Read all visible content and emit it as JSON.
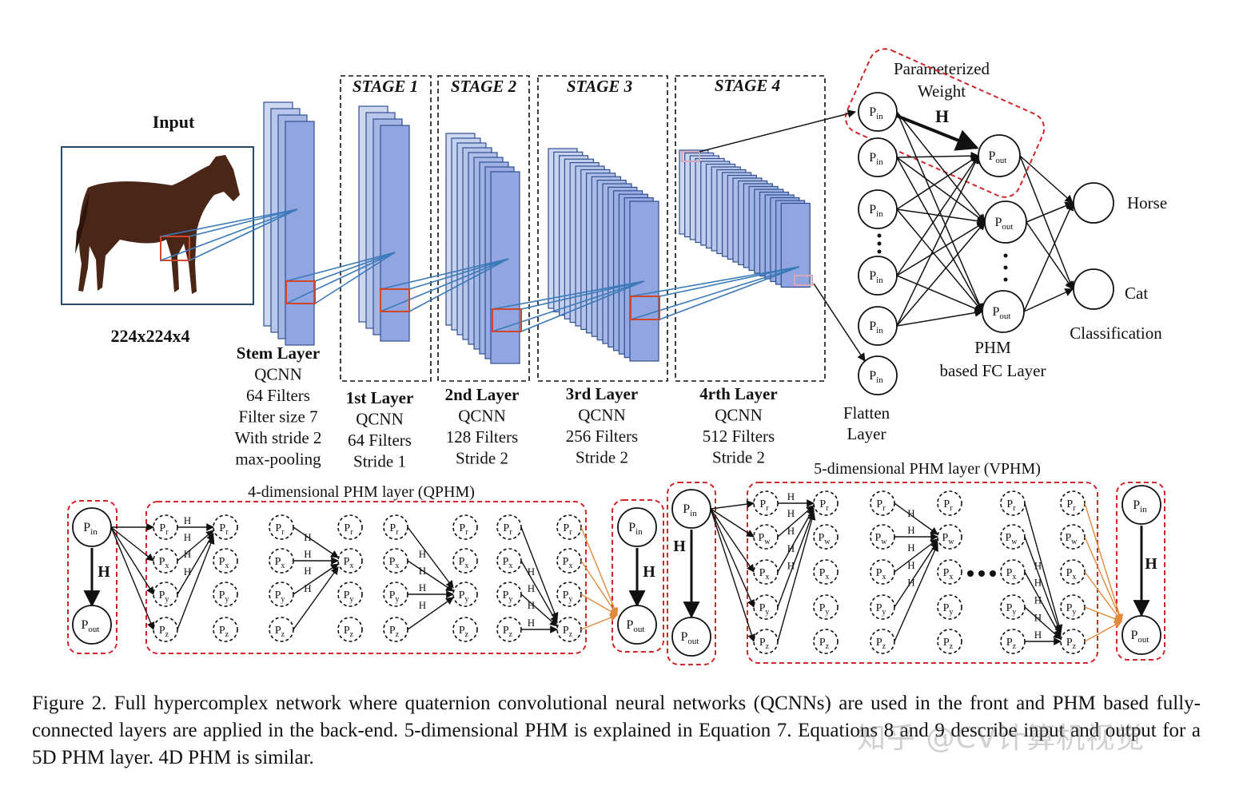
{
  "input": {
    "title": "Input",
    "size": "224x224x4"
  },
  "stages": [
    "STAGE 1",
    "STAGE 2",
    "STAGE 3",
    "STAGE 4"
  ],
  "layers": [
    {
      "name": "Stem Layer",
      "lines": [
        "QCNN",
        "64 Filters",
        "Filter size 7",
        "With stride 2",
        "max-pooling"
      ]
    },
    {
      "name": "1st Layer",
      "lines": [
        "QCNN",
        "64 Filters",
        "Stride 1"
      ]
    },
    {
      "name": "2nd Layer",
      "lines": [
        "QCNN",
        "128 Filters",
        "Stride 2"
      ]
    },
    {
      "name": "3rd Layer",
      "lines": [
        "QCNN",
        "256 Filters",
        "Stride 2"
      ]
    },
    {
      "name": "4rth Layer",
      "lines": [
        "QCNN",
        "512 Filters",
        "Stride 2"
      ]
    }
  ],
  "fc": {
    "param_title": [
      "Parameterized",
      "Weight"
    ],
    "h": "H",
    "flatten": [
      "Flatten",
      "Layer"
    ],
    "phm": [
      "PHM",
      "based FC Layer"
    ],
    "outputs": [
      "Horse",
      "Cat"
    ],
    "classification": "Classification",
    "p_in": "P",
    "p_in_sub": "in",
    "p_out": "P",
    "p_out_sub": "out"
  },
  "qphm": {
    "title": "4-dimensional PHM layer (QPHM)",
    "components": [
      "r",
      "x",
      "y",
      "z"
    ]
  },
  "vphm": {
    "title": "5-dimensional PHM layer (VPHM)",
    "components": [
      "r",
      "w",
      "x",
      "y",
      "z"
    ]
  },
  "caption": "Figure 2. Full hypercomplex network where quaternion convolutional neural networks (QCNNs) are used in the front and PHM based fully-connected layers are applied in the back-end. 5-dimensional PHM is explained in Equation 7. Equations 8 and 9 describe input and output for a 5D PHM layer. 4D PHM is similar.",
  "watermark": "知乎 @CV计算机视觉",
  "colors": {
    "layer_fill": "#8ea6e0",
    "layer_stroke": "#2f4f8f",
    "highlight": "#d0462a",
    "orange_arrow": "#e08a3c",
    "cnn_lines": "#3a7ab8"
  }
}
